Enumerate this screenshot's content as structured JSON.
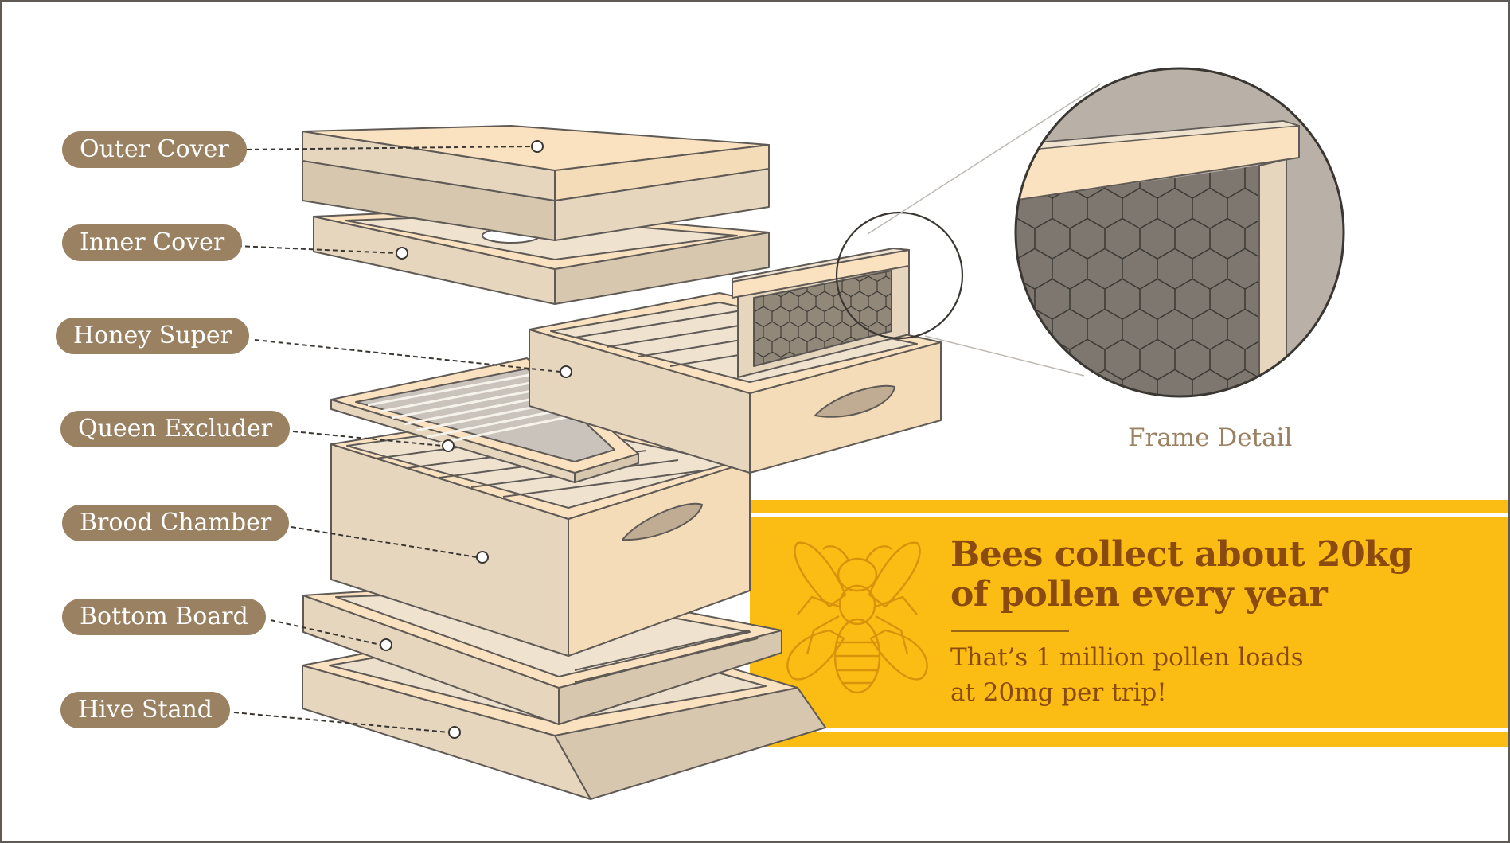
{
  "labels": [
    {
      "id": "outer-cover",
      "text": "Outer Cover"
    },
    {
      "id": "inner-cover",
      "text": "Inner Cover"
    },
    {
      "id": "honey-super",
      "text": "Honey Super"
    },
    {
      "id": "queen-excluder",
      "text": "Queen Excluder"
    },
    {
      "id": "brood-chamber",
      "text": "Brood Chamber"
    },
    {
      "id": "bottom-board",
      "text": "Bottom Board"
    },
    {
      "id": "hive-stand",
      "text": "Hive Stand"
    }
  ],
  "frame_detail": {
    "caption": "Frame Detail"
  },
  "fact": {
    "title_line1": "Bees collect about 20kg",
    "title_line2": "of pollen every year",
    "subtitle_line1": "That’s 1 million pollen loads",
    "subtitle_line2": "at 20mg per trip!"
  },
  "colors": {
    "label_pill": "#9a8162",
    "banner": "#fbbd13",
    "wood_light": "#fae2c0",
    "wood_mid": "#e5d6bd",
    "fact_text": "#8a4a10",
    "outline": "#5f5a55"
  },
  "icons": [
    "bee-illustration",
    "honeycomb-pattern"
  ]
}
